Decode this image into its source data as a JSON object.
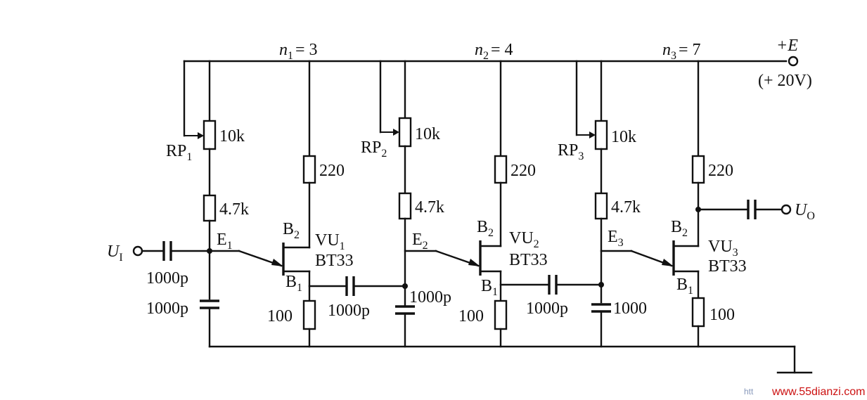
{
  "supply": {
    "label": "+E",
    "voltage": "(+ 20V)"
  },
  "stages": [
    {
      "n_label": "n",
      "n_sub": "1",
      "n_value": "= 3",
      "rp_label": "RP",
      "rp_sub": "1",
      "rp_value": "10k",
      "r_series": "4.7k",
      "r_b2": "220",
      "r_b1": "100",
      "emitter": "E",
      "emitter_sub": "1",
      "b2": "B",
      "b2_sub": "2",
      "b1": "B",
      "b1_sub": "1",
      "vu": "VU",
      "vu_sub": "1",
      "part": "BT33",
      "c_timing": "1000p",
      "c_couple": "1000p"
    },
    {
      "n_label": "n",
      "n_sub": "2",
      "n_value": "= 4",
      "rp_label": "RP",
      "rp_sub": "2",
      "rp_value": "10k",
      "r_series": "4.7k",
      "r_b2": "220",
      "r_b1": "100",
      "emitter": "E",
      "emitter_sub": "2",
      "b2": "B",
      "b2_sub": "2",
      "b1": "B",
      "b1_sub": "1",
      "vu": "VU",
      "vu_sub": "2",
      "part": "BT33",
      "c_timing": "1000p",
      "c_couple": "1000p"
    },
    {
      "n_label": "n",
      "n_sub": "3",
      "n_value": "= 7",
      "rp_label": "RP",
      "rp_sub": "3",
      "rp_value": "10k",
      "r_series": "4.7k",
      "r_b2": "220",
      "r_b1": "100",
      "emitter": "E",
      "emitter_sub": "3",
      "b2": "B",
      "b2_sub": "2",
      "b1": "B",
      "b1_sub": "1",
      "vu": "VU",
      "vu_sub": "3",
      "part": "BT33",
      "c_timing": "1000"
    }
  ],
  "input": {
    "label": "U",
    "sub": "I",
    "c_in": "1000p"
  },
  "output": {
    "label": "U",
    "sub": "O"
  },
  "watermark": {
    "prefix": "htt",
    "site": "www.55dianzi.com"
  }
}
